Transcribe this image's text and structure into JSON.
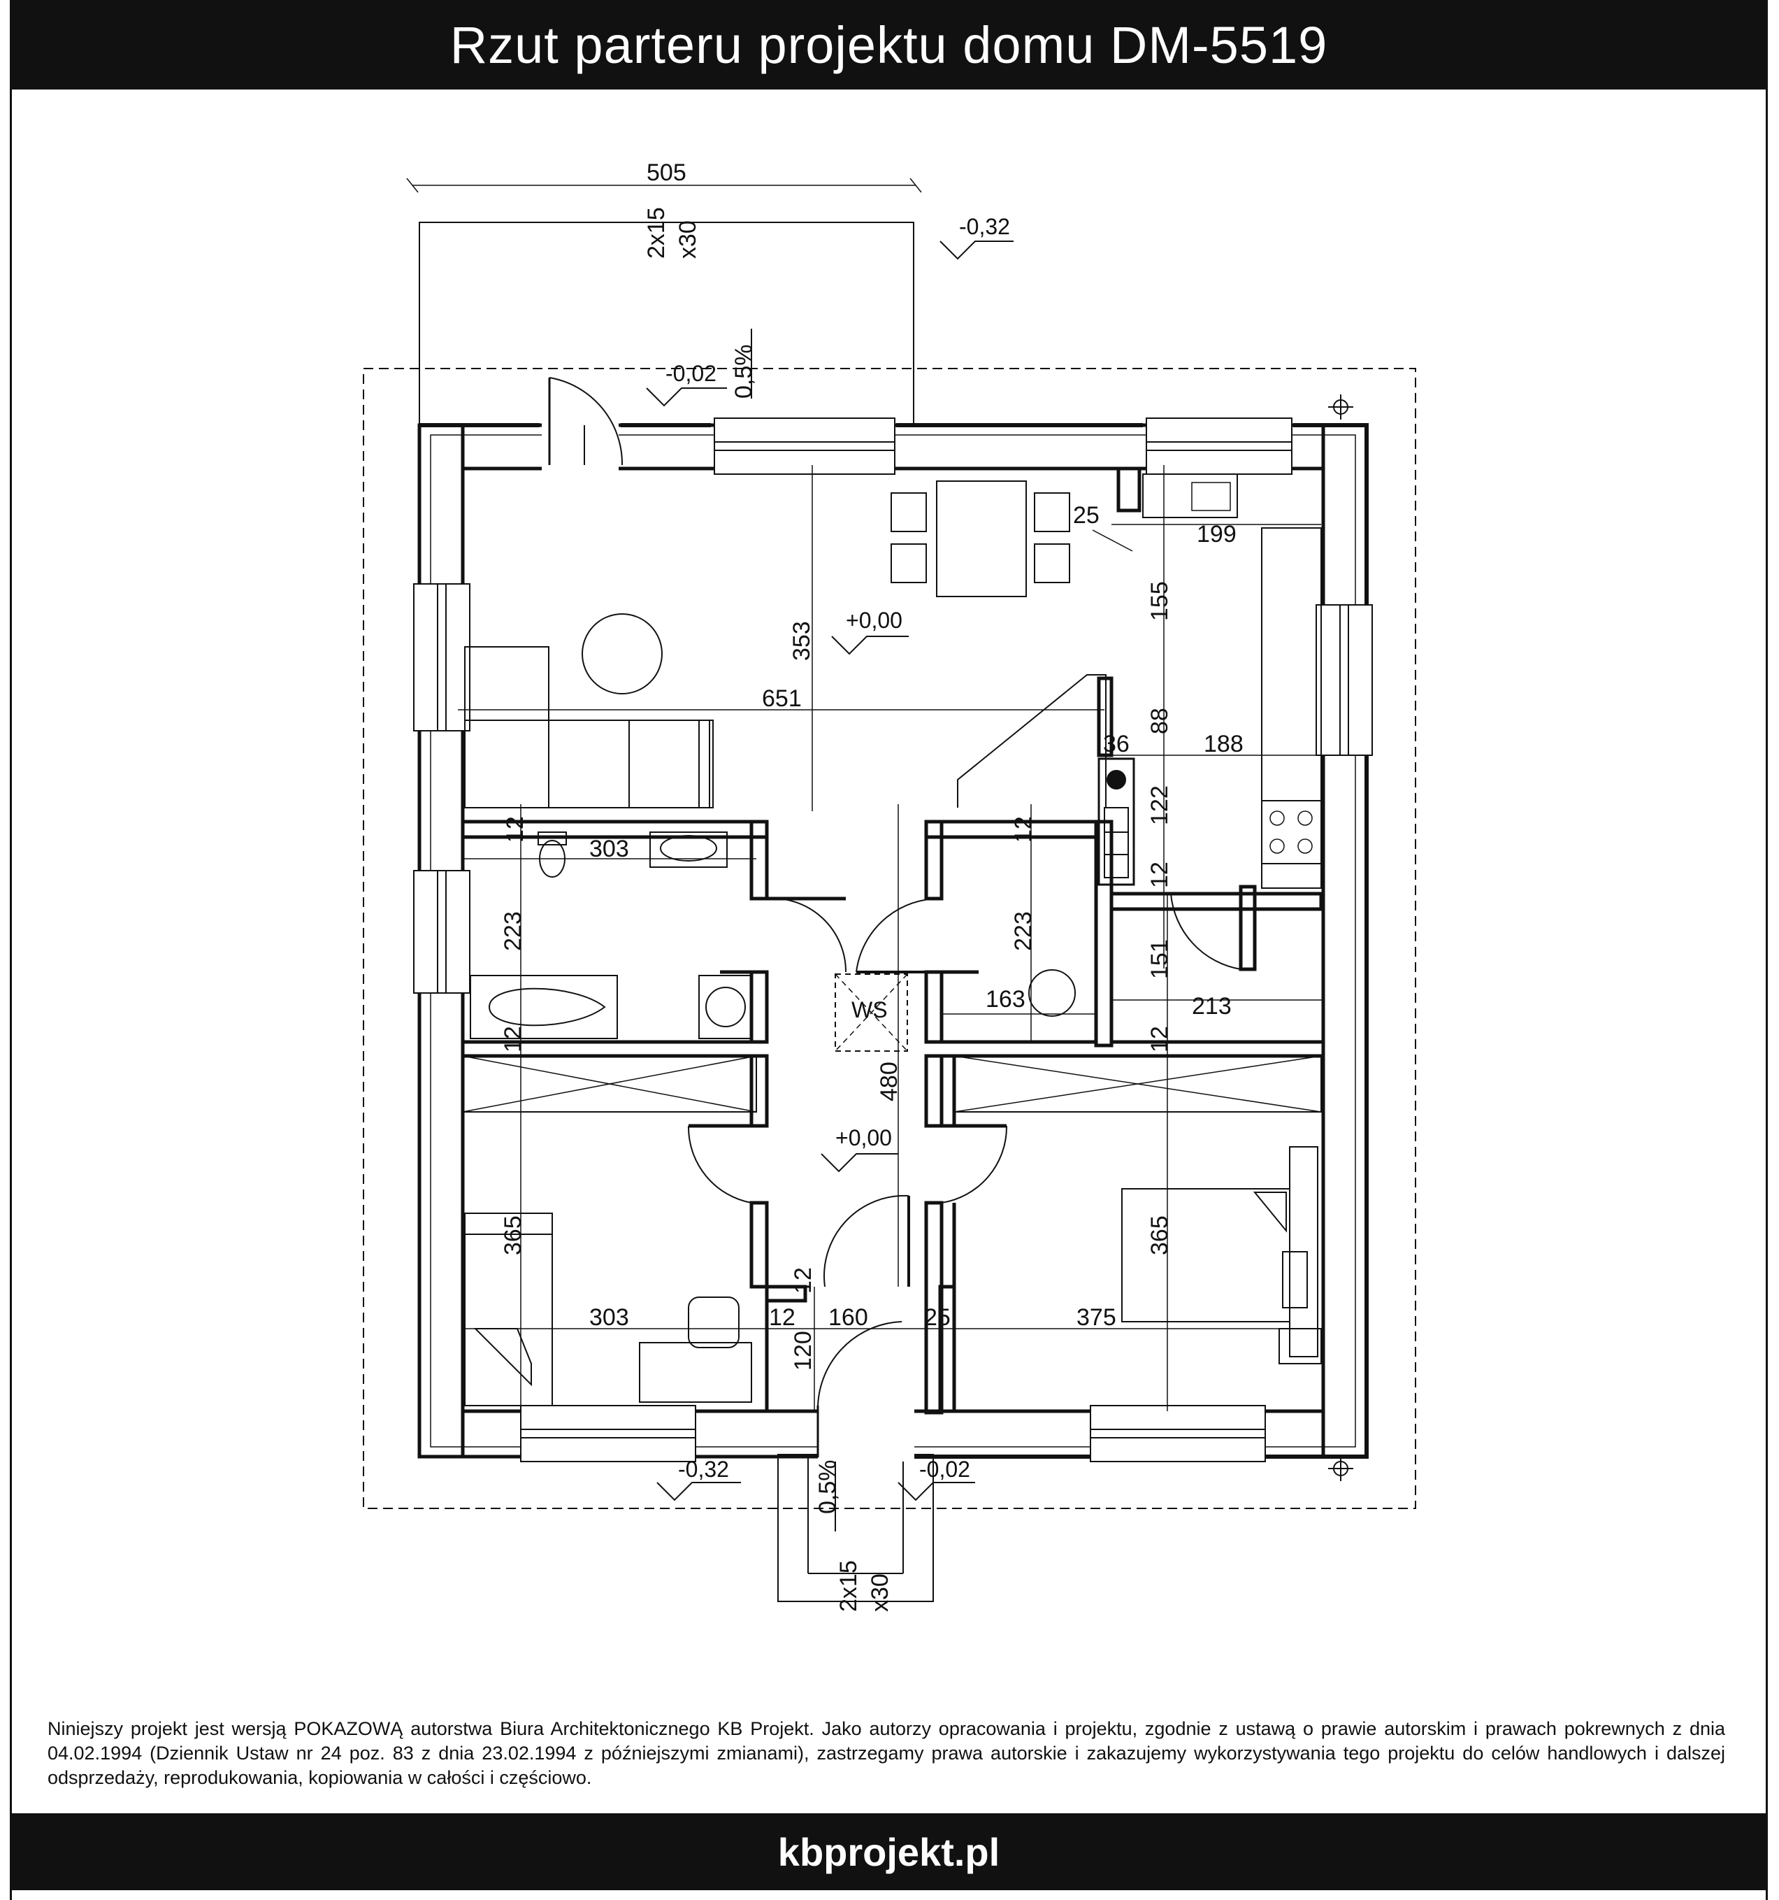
{
  "title": "Rzut parteru projektu domu DM-5519",
  "footer_url": "kbprojekt.pl",
  "notice": "Niniejszy projekt jest wersją POKAZOWĄ autorstwa Biura Architektonicznego KB Projekt. Jako autorzy opracowania i projektu, zgodnie z ustawą o prawie autorskim i prawach pokrewnych z dnia 04.02.1994 (Dziennik Ustaw nr 24 poz. 83 z dnia 23.02.1994 z późniejszymi zmianami), zastrzegamy prawa autorskie i zakazujemy wykorzystywania tego projektu do celów handlowych i dalszej odsprzedaży, reprodukowania, kopiowania w całości i częściowo.",
  "dimensions": {
    "terrace_width": "505",
    "living_depth": "353",
    "living_width": "651",
    "kitchen_25": "25",
    "kitchen_width": "199",
    "kitchen_depth": "155",
    "chimney_36": "36",
    "kitchen_88": "88",
    "kitchen_188": "188",
    "kitchen_122": "122",
    "wall_12_a": "12",
    "wall_12_b": "12",
    "wall_12_c": "12",
    "wall_12_d": "12",
    "wall_12_e": "12",
    "wall_12_f": "12",
    "bath_width": "303",
    "bath_depth": "223",
    "wc_depth": "223",
    "wc_width": "163",
    "pantry_depth": "151",
    "pantry_width": "213",
    "hall_depth": "480",
    "room1_depth": "365",
    "room1_width": "303",
    "room2_depth": "365",
    "room2_width": "375",
    "vest_12": "12",
    "vest_width": "160",
    "vest_25": "25",
    "vest_depth": "120",
    "stairs_top": "2x15",
    "stairs_top_b": "x30",
    "stairs_bottom": "2x15",
    "stairs_bottom_b": "x30",
    "slope_top": "0,5%",
    "slope_bottom": "0,5%"
  },
  "levels": {
    "terrace": "-0,32",
    "entry_top": "-0,02",
    "living": "+0,00",
    "hall": "+0,00",
    "ground_bottom": "-0,32",
    "entry_bottom": "-0,02"
  },
  "labels": {
    "ws": "WS"
  }
}
